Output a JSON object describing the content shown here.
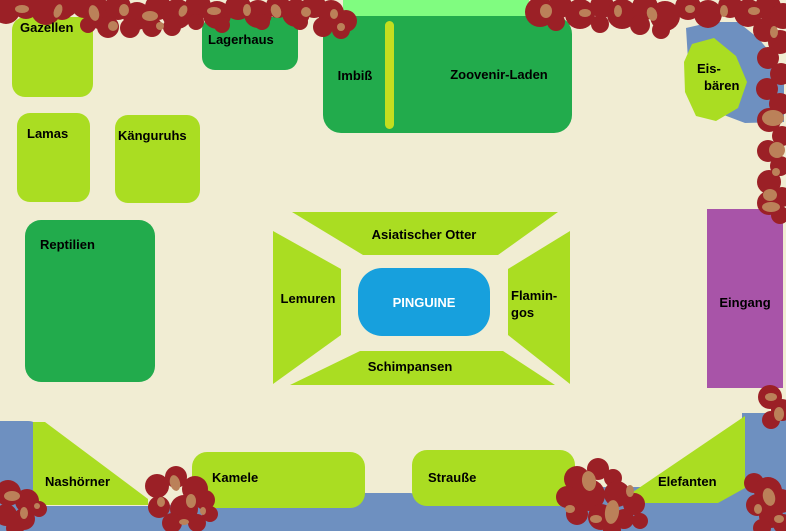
{
  "map": {
    "description_labels": {
      "gazellen": "Gazellen",
      "lagerhaus": "Lagerhaus",
      "imbiss": "Imbiß",
      "zoovenir_laden": "Zoovenir-Laden",
      "eisbaeren_line1": "Eis-",
      "eisbaeren_line2": "bären",
      "lamas": "Lamas",
      "kaenguruhs": "Känguruhs",
      "reptilien": "Reptilien",
      "asiatischer_otter": "Asiatischer Otter",
      "lemuren": "Lemuren",
      "pinguine": "PINGUINE",
      "flamingos_line1": "Flamin-",
      "flamingos_line2": "gos",
      "schimpansen": "Schimpansen",
      "eingang": "Eingang",
      "nashoerner": "Nashörner",
      "kamele": "Kamele",
      "strausse": "Strauße",
      "elefanten": "Elefanten"
    },
    "colors": {
      "background": "#f1edd3",
      "enclosure_green": "#aadd22",
      "building_green": "#22ab4c",
      "grass_strip_green": "#80fc80",
      "divider_green": "#c3de1f",
      "water_blue": "#6e90c0",
      "penguin_pool_blue": "#17a0dd",
      "entrance_purple": "#a854a8",
      "bush_red": "#9b2026",
      "bush_brown": "#bb8159",
      "label_black": "#000000",
      "penguin_label_white": "#ffffff"
    }
  }
}
